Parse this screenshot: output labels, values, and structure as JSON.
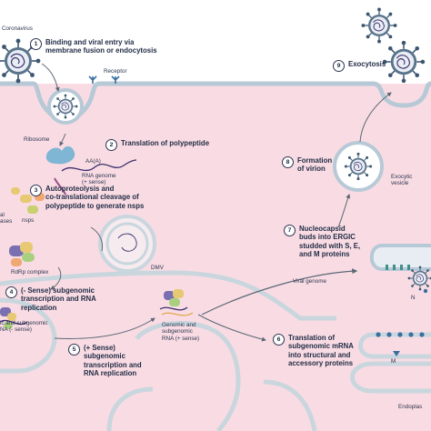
{
  "labels": {
    "coronavirus": "Coronavirus",
    "receptor": "Receptor",
    "ribosome": "Ribosome",
    "polyA": "AA(A)",
    "rna_genome": "RNA genome\n(+ sense)",
    "nsps": "nsps",
    "proteases_partial": "al\nases",
    "rdrp_complex": "RdRp complex",
    "dmv": "DMV",
    "viral_genome": "Viral genome",
    "genomic_subgenomic_sense": "Genomic and\nsubgenomic\nRNA (+ sense)",
    "genomic_subgenomic_antisense": "ic and subgenomic\nNA (- sense)",
    "exocytic_vesicle": "Exocytic\nvesicle",
    "protein_n": "N",
    "protein_m": "M",
    "endoplasmic": "Endoplas"
  },
  "steps": [
    {
      "number": "1",
      "text": "Binding and viral entry via\nmembrane fusion or endocytosis"
    },
    {
      "number": "2",
      "text": "Translation of polypeptide"
    },
    {
      "number": "3",
      "text": "Autoproteolysis and\nco-translational cleavage of\npolypeptide to generate nsps"
    },
    {
      "number": "4",
      "text": "(- Sense) subgenomic\ntranscription and RNA\nreplication"
    },
    {
      "number": "5",
      "text": "(+ Sense)\nsubgenomic\ntranscription and\nRNA replication"
    },
    {
      "number": "6",
      "text": "Translation of\nsubgenomic mRNA\ninto structural and\naccessory proteins"
    },
    {
      "number": "7",
      "text": "Nucleocapsid\nbuds into ERGIC\nstudded with S, E,\nand M proteins"
    },
    {
      "number": "8",
      "text": "Formation\nof virion"
    },
    {
      "number": "9",
      "text": "Exocytosis"
    }
  ],
  "colors": {
    "cytoplasm": "#f9dce3",
    "membrane": "#b7c9d6",
    "er": "#c9d6de",
    "virus": "#4a6177",
    "spike": "#3d5670",
    "rna": "#3b2f6e",
    "arrow": "#5b6775"
  }
}
